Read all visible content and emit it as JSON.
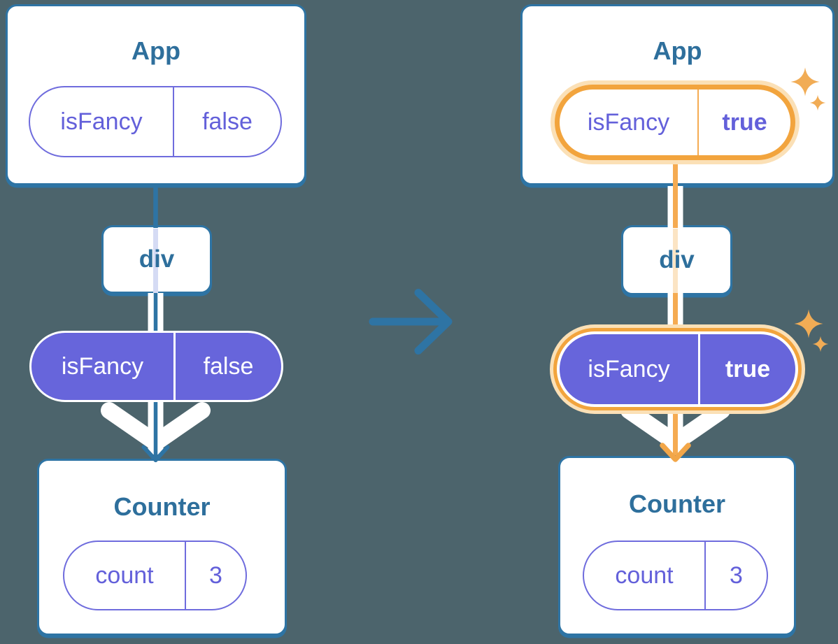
{
  "canvas": {
    "background_color": "#4C646C"
  },
  "colors": {
    "card_fill": "#FFFFFF",
    "card_border": "#2E74A4",
    "title_text": "#2E6F9C",
    "flow_line_blue": "#2E74A4",
    "flow_line_casing": "#FFFFFF",
    "pill_purple_fill": "#6765DB",
    "pill_purple_border": "#6F6CDD",
    "pill_purple_text": "#6360DA",
    "highlight_orange": "#F2A43D",
    "highlight_glow": "#FBE0B6",
    "highlight_flow_line": "#F5AB52",
    "sparkle": "#F1AC55",
    "passthrough_lavender": "#D5DBF4",
    "passthrough_peach": "#FBE4C4"
  },
  "icons": {
    "transition": "arrow-right-icon",
    "highlight": "sparkle-icon"
  },
  "before": {
    "app": {
      "title": "App",
      "prop_key": "isFancy",
      "prop_value": "false"
    },
    "container": {
      "label": "div"
    },
    "passed_prop": {
      "key": "isFancy",
      "value": "false"
    },
    "counter": {
      "title": "Counter",
      "state_key": "count",
      "state_value": "3"
    }
  },
  "after": {
    "app": {
      "title": "App",
      "prop_key": "isFancy",
      "prop_value": "true"
    },
    "container": {
      "label": "div"
    },
    "passed_prop": {
      "key": "isFancy",
      "value": "true"
    },
    "counter": {
      "title": "Counter",
      "state_key": "count",
      "state_value": "3"
    }
  }
}
